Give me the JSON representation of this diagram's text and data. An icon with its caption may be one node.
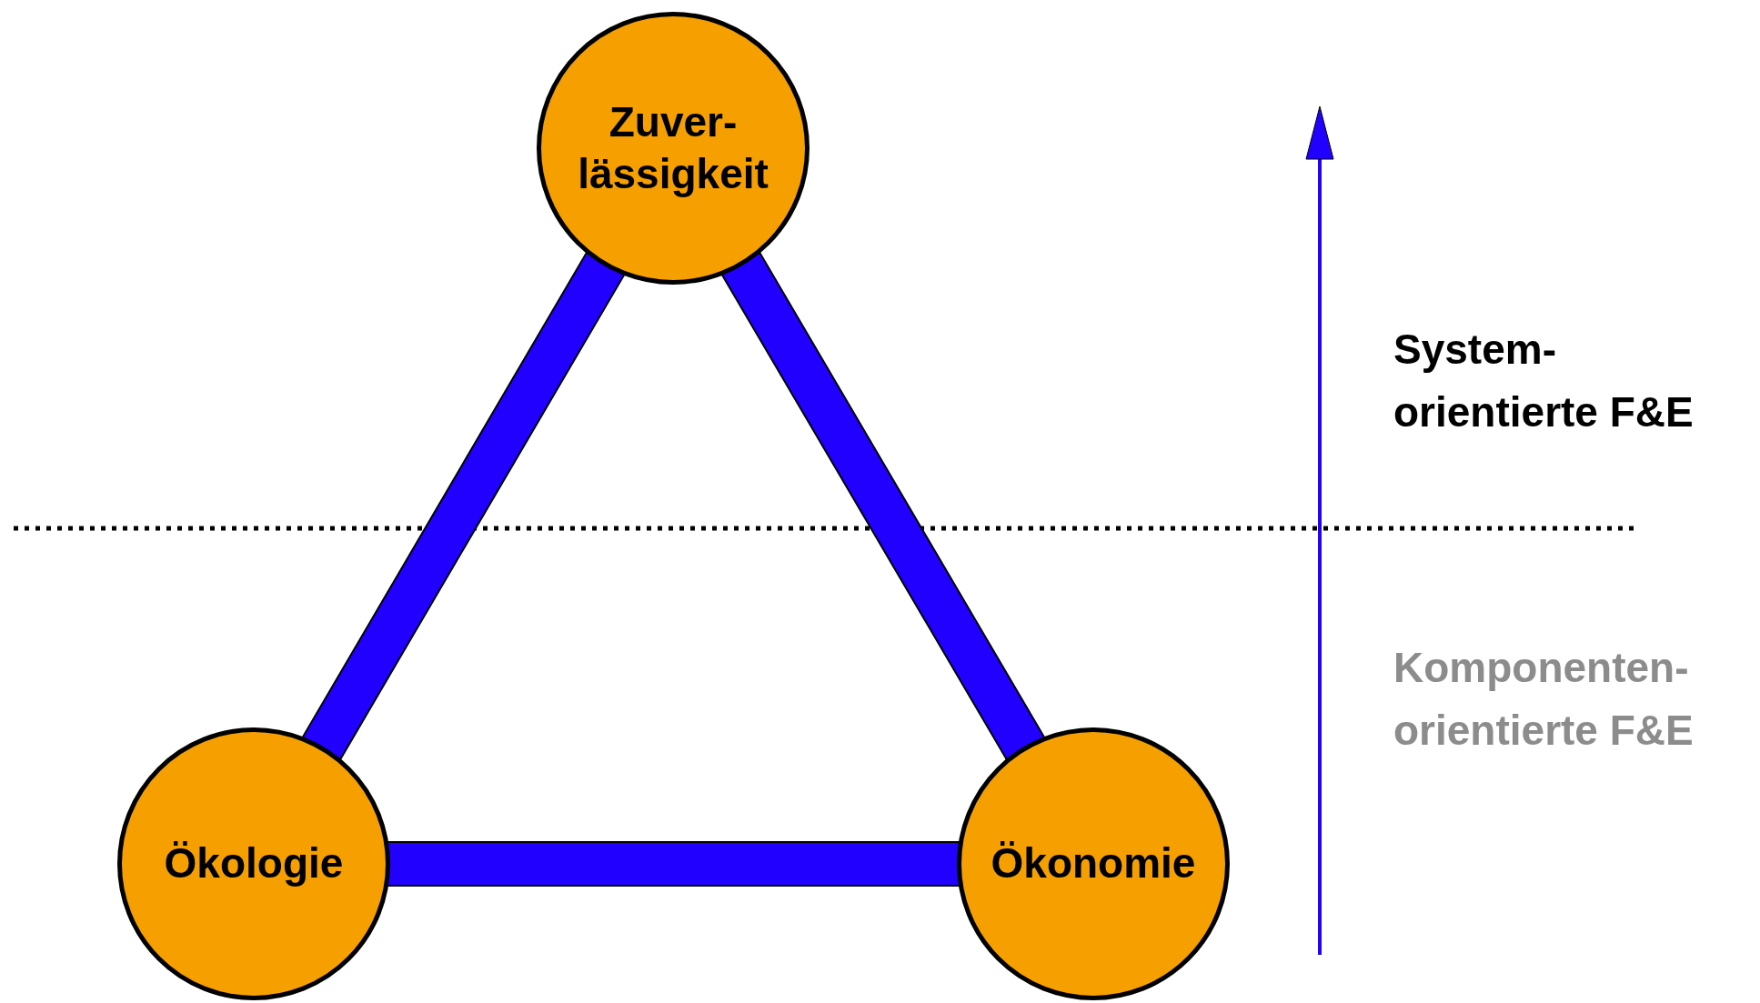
{
  "diagram": {
    "nodes": [
      {
        "text": [
          "Zuver- lässigkeit"
        ]
      },
      {
        "text": [
          "Ökologie"
        ]
      },
      {
        "text": [
          "Ökonomie"
        ]
      }
    ],
    "edges": [
      {
        "from": 0,
        "to": 1,
        "arrow": "none",
        "style": "thick"
      },
      {
        "from": 0,
        "to": 2,
        "arrow": "none",
        "style": "thick"
      },
      {
        "from": 1,
        "to": 2,
        "arrow": "none",
        "style": "thick"
      }
    ],
    "labels": [
      "System- orientierte F&E",
      "Komponenten- orientierte F&E"
    ]
  }
}
